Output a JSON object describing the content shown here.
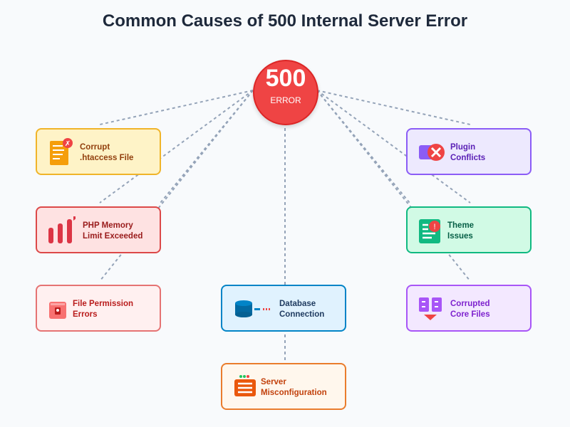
{
  "title": "Common Causes of 500 Internal Server Error",
  "hub": {
    "code": "500",
    "label": "ERROR",
    "color": "#ef4444"
  },
  "causes": {
    "htaccess": {
      "line1": "Corrupt",
      "line2": ".htaccess File",
      "icon": "document-error-icon"
    },
    "php_memory": {
      "line1": "PHP Memory",
      "line2": "Limit Exceeded",
      "icon": "bar-chart-icon"
    },
    "file_permission": {
      "line1": "File Permission",
      "line2": "Errors",
      "icon": "lock-icon"
    },
    "database": {
      "line1": "Database",
      "line2": "Connection",
      "icon": "database-icon"
    },
    "server_misconfig": {
      "line1": "Server",
      "line2": "Misconfiguration",
      "icon": "server-window-icon"
    },
    "plugin": {
      "line1": "Plugin",
      "line2": "Conflicts",
      "icon": "plugin-error-icon"
    },
    "theme": {
      "line1": "Theme",
      "line2": "Issues",
      "icon": "theme-warning-icon"
    },
    "core_files": {
      "line1": "Corrupted",
      "line2": "Core Files",
      "icon": "core-files-icon"
    }
  }
}
